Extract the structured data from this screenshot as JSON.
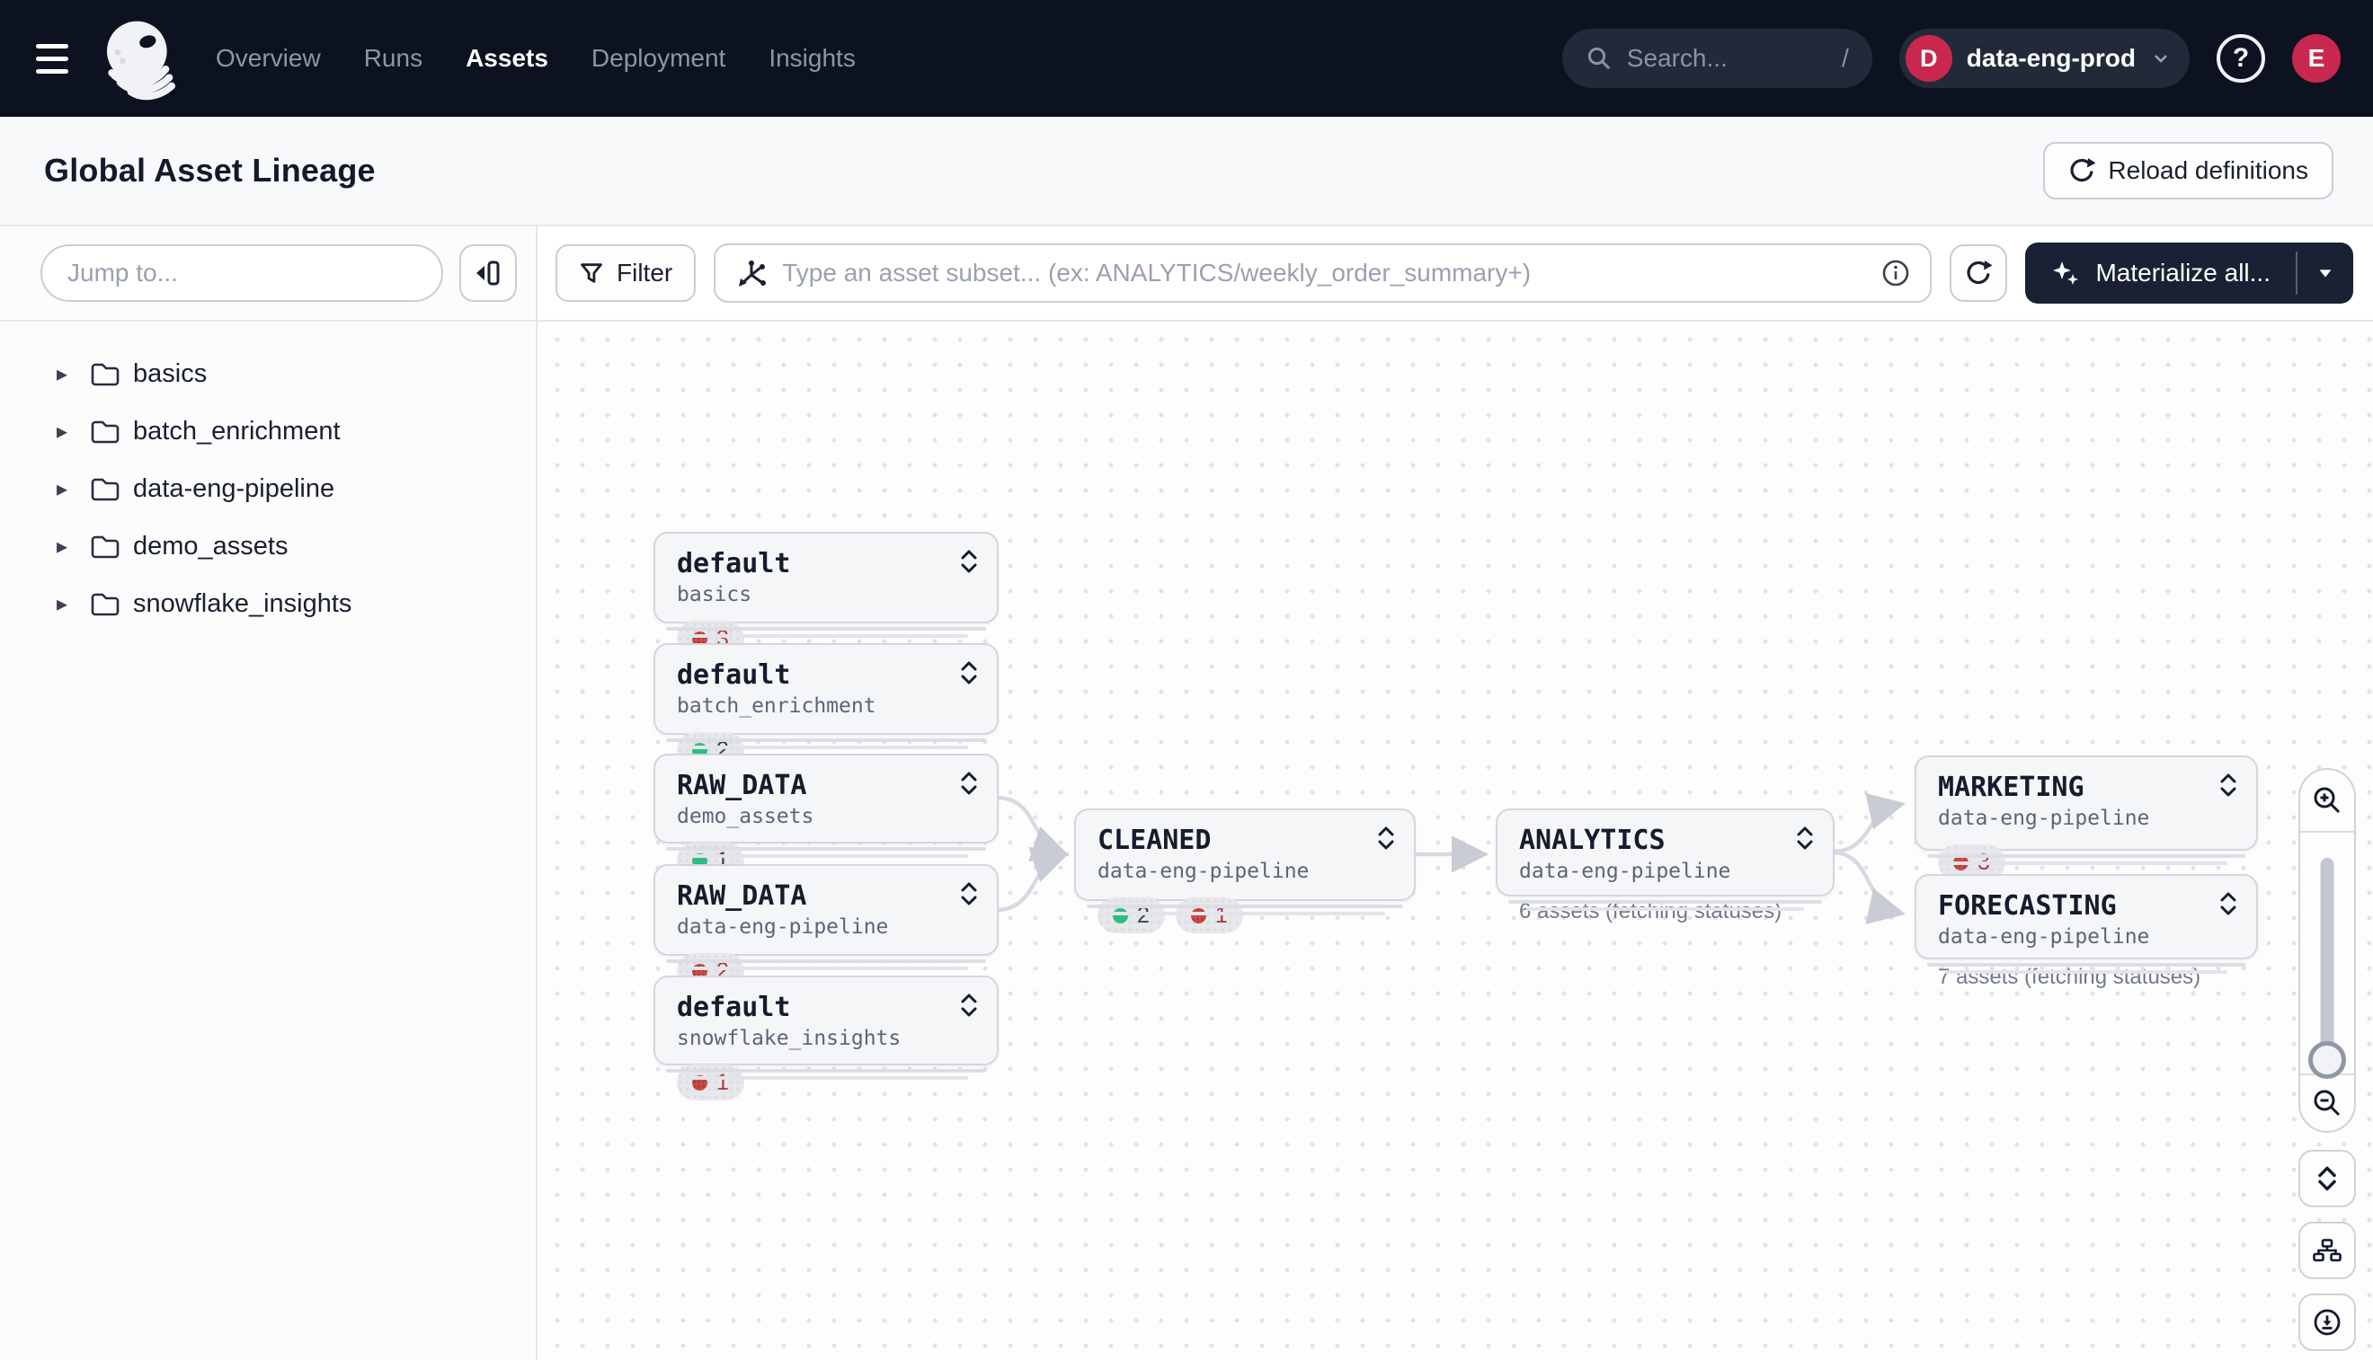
{
  "nav": {
    "links": [
      {
        "label": "Overview"
      },
      {
        "label": "Runs"
      },
      {
        "label": "Assets",
        "active": true
      },
      {
        "label": "Deployment"
      },
      {
        "label": "Insights"
      }
    ],
    "search": {
      "placeholder": "Search...",
      "shortcut": "/"
    },
    "deployment": {
      "initial": "D",
      "name": "data-eng-prod"
    },
    "help_glyph": "?",
    "avatar_initial": "E"
  },
  "header": {
    "title": "Global Asset Lineage",
    "reload_button": "Reload definitions"
  },
  "sidebar": {
    "jump_placeholder": "Jump to...",
    "groups": [
      {
        "label": "basics"
      },
      {
        "label": "batch_enrichment"
      },
      {
        "label": "data-eng-pipeline"
      },
      {
        "label": "demo_assets"
      },
      {
        "label": "snowflake_insights"
      }
    ]
  },
  "toolbar": {
    "filter_label": "Filter",
    "subset_placeholder": "Type an asset subset... (ex: ANALYTICS/weekly_order_summary+)",
    "materialize_label": "Materialize all..."
  },
  "graph": {
    "nodes": [
      {
        "title": "default",
        "subtitle": "basics",
        "badges": [
          {
            "status": "error",
            "count": "3"
          }
        ]
      },
      {
        "title": "default",
        "subtitle": "batch_enrichment",
        "badges": [
          {
            "status": "success",
            "count": "2"
          }
        ]
      },
      {
        "title": "RAW_DATA",
        "subtitle": "demo_assets",
        "badges": [
          {
            "status": "success",
            "count": "1"
          }
        ]
      },
      {
        "title": "RAW_DATA",
        "subtitle": "data-eng-pipeline",
        "badges": [
          {
            "status": "error",
            "count": "2"
          }
        ]
      },
      {
        "title": "default",
        "subtitle": "snowflake_insights",
        "badges": [
          {
            "status": "error",
            "count": "1"
          }
        ]
      },
      {
        "title": "CLEANED",
        "subtitle": "data-eng-pipeline",
        "badges": [
          {
            "status": "success",
            "count": "2"
          },
          {
            "status": "error",
            "count": "1"
          }
        ]
      },
      {
        "title": "ANALYTICS",
        "subtitle": "data-eng-pipeline",
        "note": "6 assets (fetching statuses)"
      },
      {
        "title": "MARKETING",
        "subtitle": "data-eng-pipeline",
        "badges": [
          {
            "status": "error",
            "count": "3"
          }
        ]
      },
      {
        "title": "FORECASTING",
        "subtitle": "data-eng-pipeline",
        "note": "7 assets (fetching statuses)"
      }
    ],
    "edges": [
      {
        "from": "RAW_DATA/demo_assets",
        "to": "CLEANED/data-eng-pipeline"
      },
      {
        "from": "RAW_DATA/data-eng-pipeline",
        "to": "CLEANED/data-eng-pipeline"
      },
      {
        "from": "CLEANED/data-eng-pipeline",
        "to": "ANALYTICS/data-eng-pipeline"
      },
      {
        "from": "ANALYTICS/data-eng-pipeline",
        "to": "MARKETING/data-eng-pipeline"
      },
      {
        "from": "ANALYTICS/data-eng-pipeline",
        "to": "FORECASTING/data-eng-pipeline"
      }
    ]
  },
  "icons": [
    "hamburger-icon",
    "dagster-logo",
    "search-icon",
    "chevron-down-icon",
    "help-icon",
    "reload-icon",
    "collapse-panel-icon",
    "caret-right-icon",
    "folder-icon",
    "filter-funnel-icon",
    "asset-selection-icon",
    "info-icon",
    "refresh-icon",
    "sparkles-icon",
    "expand-chevrons-icon",
    "zoom-in-icon",
    "zoom-out-icon",
    "collapse-all-icon",
    "layout-tree-icon",
    "download-icon"
  ],
  "colors": {
    "accent_crimson": "#c9284e",
    "status_green": "#2ebd81",
    "status_red": "#cf4a45",
    "nav_background": "#0d1220",
    "materialize_button": "#1a2134"
  }
}
